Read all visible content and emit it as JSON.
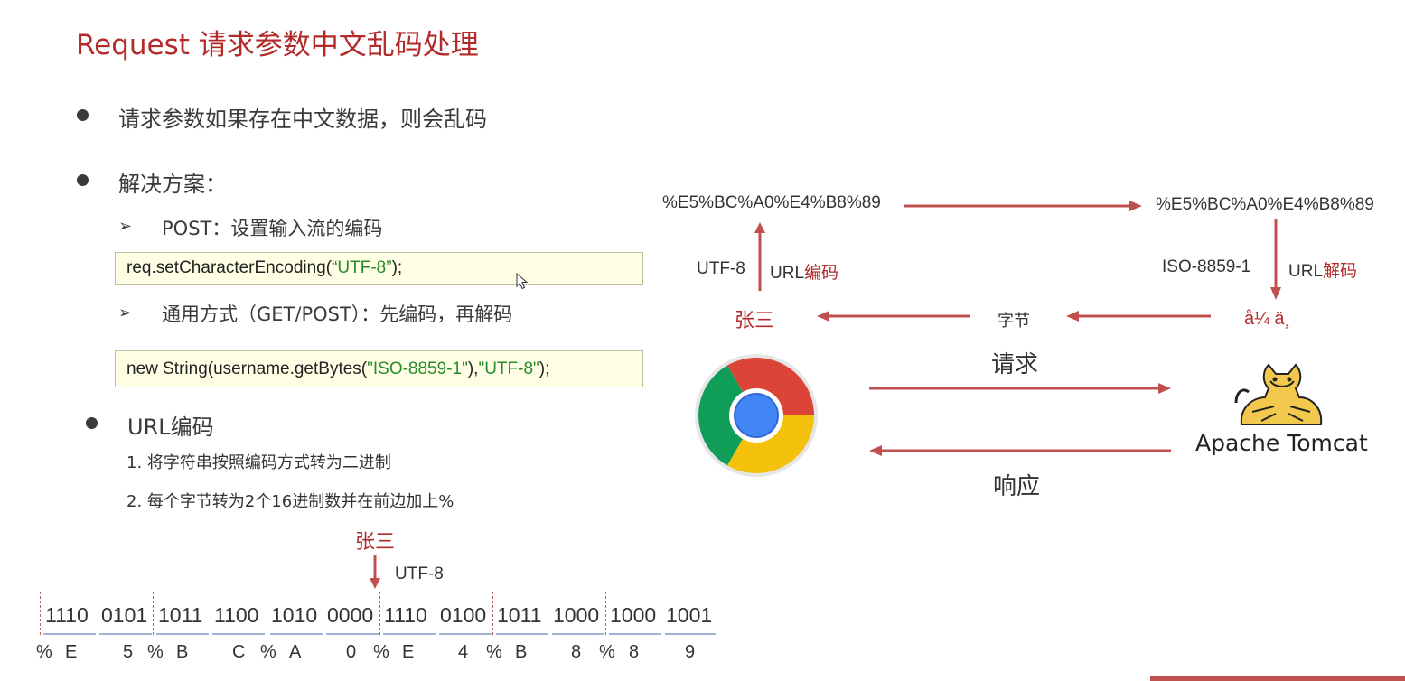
{
  "title": "Request 请求参数中文乱码处理",
  "bullets": {
    "b1": "请求参数如果存在中文数据，则会乱码",
    "b2": "解决方案：",
    "b2_sub1": "POST：设置输入流的编码",
    "b2_code1": {
      "prefix": "req.setCharacterEncoding(",
      "str": "“UTF-8”",
      "suffix": ");"
    },
    "b2_sub2": "通用方式（GET/POST）：先编码，再解码",
    "b2_code2": {
      "p1": "new String(username.getBytes(",
      "s1": "\"ISO-8859-1\"",
      "p2": "),",
      "s2": "\"UTF-8\"",
      "p3": ");"
    },
    "b3": "URL编码",
    "steps": [
      "1. 将字符串按照编码方式转为二进制",
      "2. 每个字节转为2个16进制数并在前边加上%"
    ]
  },
  "sub_arrow_glyph": "➢",
  "encoding_example": {
    "name": "张三",
    "charset": "UTF-8",
    "bytes": [
      [
        "1110",
        "0101"
      ],
      [
        "1011",
        "1100"
      ],
      [
        "1010",
        "0000"
      ],
      [
        "1110",
        "0100"
      ],
      [
        "1011",
        "1000"
      ],
      [
        "1000",
        "1001"
      ]
    ],
    "hex": [
      [
        "%",
        "E",
        "5"
      ],
      [
        "%",
        "B",
        "C"
      ],
      [
        "%",
        "A",
        "0"
      ],
      [
        "%",
        "E",
        "4"
      ],
      [
        "%",
        "B",
        "8"
      ],
      [
        "%",
        "8",
        "9"
      ]
    ]
  },
  "diagram": {
    "encoded_left": "%E5%BC%A0%E4%B8%89",
    "encoded_right": "%E5%BC%A0%E4%B8%89",
    "left_charset": "UTF-8",
    "left_op_prefix": "URL",
    "left_op_suffix": "编码",
    "right_charset": "ISO-8859-1",
    "right_op_prefix": "URL",
    "right_op_suffix": "解码",
    "name": "张三",
    "bytes_label": "字节",
    "garbled": "å¼ ä¸",
    "request_label": "请求",
    "response_label": "响应",
    "server_name": "Apache Tomcat"
  },
  "colors": {
    "accent_red": "#b22a2a",
    "arrow_red": "#c0504d",
    "code_green": "#2a8a2a",
    "code_bg": "#ffffe6"
  },
  "icons": {
    "browser": "chrome-logo-icon",
    "server": "tomcat-cat-icon"
  }
}
